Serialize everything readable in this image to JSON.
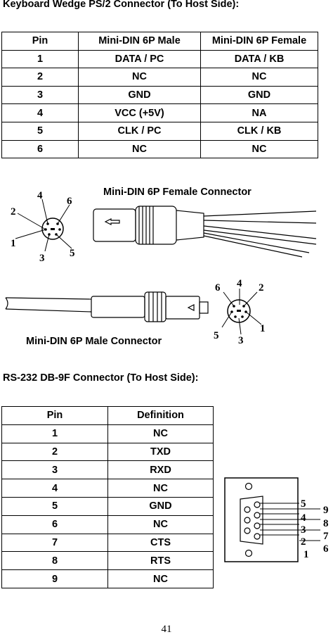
{
  "ps2": {
    "heading": "Keyboard Wedge PS/2 Connector (To Host Side):",
    "headers": [
      "Pin",
      "Mini-DIN 6P Male",
      "Mini-DIN 6P Female"
    ],
    "rows": [
      [
        "1",
        "DATA / PC",
        "DATA / KB"
      ],
      [
        "2",
        "NC",
        "NC"
      ],
      [
        "3",
        "GND",
        "GND"
      ],
      [
        "4",
        "VCC (+5V)",
        "NA"
      ],
      [
        "5",
        "CLK / PC",
        "CLK / KB"
      ],
      [
        "6",
        "NC",
        "NC"
      ]
    ]
  },
  "female_diagram": {
    "label": "Mini-DIN 6P Female Connector",
    "pins": [
      "4",
      "6",
      "2",
      "1",
      "3",
      "5"
    ]
  },
  "male_diagram": {
    "label": "Mini-DIN 6P Male Connector",
    "pins": [
      "6",
      "4",
      "2",
      "5",
      "1",
      "3"
    ]
  },
  "rs232": {
    "heading": "RS-232 DB-9F Connector (To Host Side):",
    "headers": [
      "Pin",
      "Definition"
    ],
    "rows": [
      [
        "1",
        "NC"
      ],
      [
        "2",
        "TXD"
      ],
      [
        "3",
        "RXD"
      ],
      [
        "4",
        "NC"
      ],
      [
        "5",
        "GND"
      ],
      [
        "6",
        "NC"
      ],
      [
        "7",
        "CTS"
      ],
      [
        "8",
        "RTS"
      ],
      [
        "9",
        "NC"
      ]
    ]
  },
  "db9_diagram": {
    "pins_left": [
      "5",
      "4",
      "3",
      "2",
      "1"
    ],
    "pins_right": [
      "9",
      "8",
      "7",
      "6"
    ]
  },
  "page_number": "41"
}
